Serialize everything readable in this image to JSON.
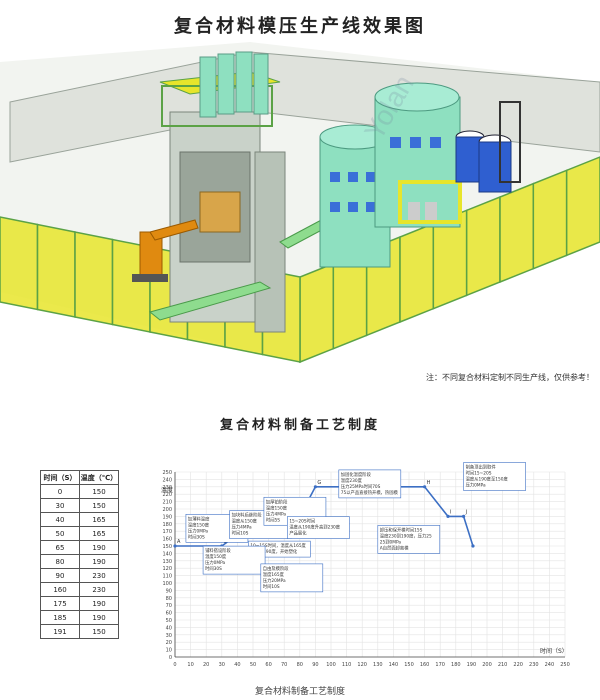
{
  "header": {
    "title": "复合材料模压生产线效果图"
  },
  "scene": {
    "watermark": "Yolan",
    "colors": {
      "fence": "#e7e52b",
      "fence_frame": "#5ba246",
      "press": "#c9d2c9",
      "tank": "#8ee0c0",
      "drum": "#2f5fd0",
      "robot": "#e08a10"
    }
  },
  "note": "注：不同复合材料定制不同生产线，仅供参考！",
  "process": {
    "title": "复合材料制备工艺制度",
    "table": {
      "headers": [
        "时间（S）",
        "温度（℃）"
      ],
      "rows": [
        [
          "0",
          "150"
        ],
        [
          "30",
          "150"
        ],
        [
          "40",
          "165"
        ],
        [
          "50",
          "165"
        ],
        [
          "65",
          "190"
        ],
        [
          "80",
          "190"
        ],
        [
          "90",
          "230"
        ],
        [
          "160",
          "230"
        ],
        [
          "175",
          "190"
        ],
        [
          "185",
          "190"
        ],
        [
          "191",
          "150"
        ]
      ]
    }
  },
  "chart_data": {
    "type": "line",
    "ylabel": "温度",
    "xlabel": "时间（S）",
    "xlim": [
      0,
      250
    ],
    "ylim": [
      0,
      250
    ],
    "xticks": [
      0,
      10,
      20,
      30,
      40,
      50,
      60,
      70,
      80,
      90,
      100,
      110,
      120,
      130,
      140,
      150,
      160,
      170,
      180,
      190,
      200,
      210,
      220,
      230,
      240,
      250
    ],
    "yticks": [
      0,
      10,
      20,
      30,
      40,
      50,
      60,
      70,
      80,
      90,
      100,
      110,
      120,
      130,
      140,
      150,
      160,
      170,
      180,
      190,
      200,
      210,
      220,
      230,
      240,
      250
    ],
    "x": [
      0,
      30,
      40,
      50,
      65,
      80,
      90,
      160,
      175,
      185,
      191
    ],
    "y": [
      150,
      150,
      165,
      165,
      190,
      190,
      230,
      230,
      190,
      190,
      150
    ],
    "point_labels": [
      "A",
      "B",
      "C",
      "D",
      "E",
      "F",
      "G",
      "H",
      "I",
      "J"
    ],
    "annotations": [
      {
        "x": 7,
        "y": 155,
        "lines": [
          "加薄料温度",
          "温度150度",
          "压力0MPa",
          "时间30S"
        ]
      },
      {
        "x": 35,
        "y": 160,
        "lines": [
          "加块料后继阶段",
          "温度从150度",
          "压力4MPa",
          "时间10S"
        ]
      },
      {
        "x": 57,
        "y": 178,
        "lines": [
          "加厚铂阶段",
          "温度150度",
          "压力4MPa",
          "时间5S"
        ]
      },
      {
        "x": 72,
        "y": 160,
        "lines": [
          "15~20S时间",
          "温度从190度升高到230度",
          "产品展化"
        ]
      },
      {
        "x": 105,
        "y": 215,
        "lines": [
          "加固化温度阶段",
          "温度230度",
          "压力25MPa时间70S",
          "75以产品直接热开模，热固模"
        ]
      },
      {
        "x": 47,
        "y": 135,
        "lines": [
          "10~15S时间，温度从165度",
          "升高到190度，开始塑化"
        ]
      },
      {
        "x": 18,
        "y": 112,
        "lines": [
          "铺料搭设阶段",
          "温度150度",
          "压力0MPa",
          "时间30S"
        ]
      },
      {
        "x": 55,
        "y": 88,
        "lines": [
          "自由及模阶段",
          "温度165度",
          "压力20MPa",
          "时间10S"
        ]
      },
      {
        "x": 130,
        "y": 140,
        "lines": [
          "卸压和保开模时间15S",
          "温度230到190度，压力25",
          "25到0MPa",
          "A自然面卸离模"
        ]
      },
      {
        "x": 185,
        "y": 225,
        "lines": [
          "制备顶出到取件",
          "时间15~20S",
          "温度从190度至150度",
          "压力0MPa"
        ]
      }
    ]
  },
  "caption": "复合材料制备工艺制度"
}
